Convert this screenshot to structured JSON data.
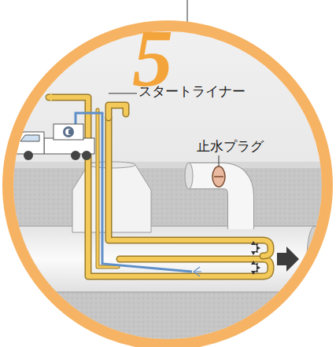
{
  "diagram": {
    "labels": [
      "5",
      "スタートライナー",
      "止水プラグ"
    ]
  }
}
